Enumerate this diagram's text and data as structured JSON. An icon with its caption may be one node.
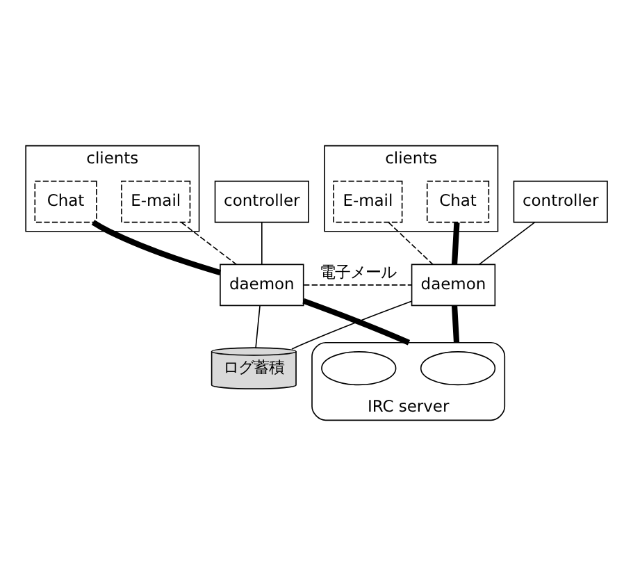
{
  "diagram": {
    "nodes": [
      {
        "text": [
          "clients"
        ]
      },
      {
        "text": [
          "Chat"
        ],
        "in": 0
      },
      {
        "text": [
          "E-mail"
        ],
        "in": 0
      },
      {
        "text": [
          "controller"
        ]
      },
      {
        "text": [
          "daemon"
        ]
      },
      {
        "text": [
          "clients"
        ]
      },
      {
        "text": [
          "E-mail"
        ],
        "in": 5
      },
      {
        "text": [
          "Chat"
        ],
        "in": 5
      },
      {
        "text": [
          "controller"
        ]
      },
      {
        "text": [
          "daemon"
        ]
      },
      {
        "text": [
          "ログ蓄積"
        ]
      },
      {
        "text": [
          "IRC server"
        ]
      },
      {
        "text": [],
        "shape": "ellipse",
        "in": 11
      },
      {
        "text": [],
        "shape": "ellipse",
        "in": 11
      }
    ],
    "edges": [
      {
        "from": 1,
        "to": 4,
        "arrow": "none",
        "style": "thick"
      },
      {
        "from": 4,
        "to": 11,
        "arrow": "none",
        "style": "thick"
      },
      {
        "from": 2,
        "to": 4,
        "arrow": "none",
        "style": "dashed"
      },
      {
        "from": 4,
        "to": 9,
        "arrow": "none",
        "style": "dashed",
        "label": "電子メール"
      },
      {
        "from": 6,
        "to": 9,
        "arrow": "none",
        "style": "dashed"
      },
      {
        "from": 3,
        "to": 4,
        "arrow": "none"
      },
      {
        "from": 4,
        "to": 10,
        "arrow": "none"
      },
      {
        "from": 8,
        "to": 9,
        "arrow": "none"
      },
      {
        "from": 9,
        "to": 10,
        "arrow": "none"
      },
      {
        "from": 7,
        "to": 9,
        "arrow": "none",
        "style": "thick"
      },
      {
        "from": 9,
        "to": 11,
        "arrow": "none",
        "style": "thick"
      }
    ]
  }
}
